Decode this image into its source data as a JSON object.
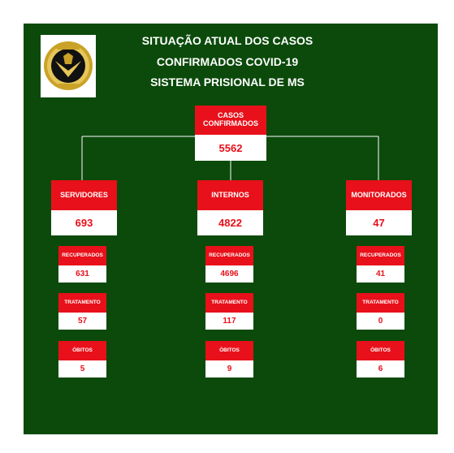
{
  "header": {
    "lines": [
      "SITUAÇÃO ATUAL DOS CASOS",
      "CONFIRMADOS COVID-19",
      "SISTEMA PRISIONAL DE MS"
    ]
  },
  "logo": {
    "icon": "eagle-badge-icon",
    "colors": {
      "outer": "#c9a227",
      "inner": "#111111",
      "ring": "#e6c65a"
    }
  },
  "root": {
    "label": "CASOS CONFIRMADOS",
    "value": "5562"
  },
  "groups": [
    {
      "label": "SERVIDORES",
      "value": "693",
      "details": [
        {
          "label": "RECUPERADOS",
          "value": "631"
        },
        {
          "label": "TRATAMENTO",
          "value": "57"
        },
        {
          "label": "ÓBITOS",
          "value": "5"
        }
      ]
    },
    {
      "label": "INTERNOS",
      "value": "4822",
      "details": [
        {
          "label": "RECUPERADOS",
          "value": "4696"
        },
        {
          "label": "TRATAMENTO",
          "value": "117"
        },
        {
          "label": "ÓBITOS",
          "value": "9"
        }
      ]
    },
    {
      "label": "MONITORADOS",
      "value": "47",
      "details": [
        {
          "label": "RECUPERADOS",
          "value": "41"
        },
        {
          "label": "TRATAMENTO",
          "value": "0"
        },
        {
          "label": "ÓBITOS",
          "value": "6"
        }
      ]
    }
  ],
  "colors": {
    "background": "#0b4a0b",
    "label_red": "#e8101a",
    "value_white": "#ffffff",
    "connector": "#ffffff"
  }
}
